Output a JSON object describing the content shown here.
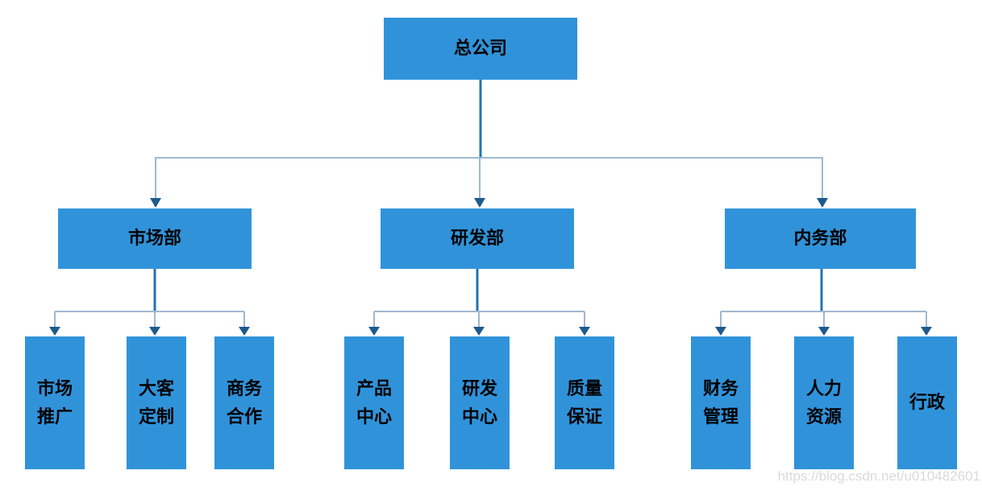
{
  "nodes": {
    "root": {
      "label": "总公司"
    },
    "departments": [
      {
        "label": "市场部",
        "children": [
          {
            "lines": [
              "市场",
              "推广"
            ]
          },
          {
            "lines": [
              "大客",
              "定制"
            ]
          },
          {
            "lines": [
              "商务",
              "合作"
            ]
          }
        ]
      },
      {
        "label": "研发部",
        "children": [
          {
            "lines": [
              "产品",
              "中心"
            ]
          },
          {
            "lines": [
              "研发",
              "中心"
            ]
          },
          {
            "lines": [
              "质量",
              "保证"
            ]
          }
        ]
      },
      {
        "label": "内务部",
        "children": [
          {
            "lines": [
              "财务",
              "管理"
            ]
          },
          {
            "lines": [
              "人力",
              "资源"
            ]
          },
          {
            "lines": [
              "行政"
            ]
          }
        ]
      }
    ]
  },
  "watermark": {
    "text": "https://blog.csdn.net/u010482601"
  },
  "colors": {
    "node_fill": "#3093DA",
    "trunk": "#2273B2",
    "branch": "#9FB8CF",
    "arrow": "#1E5A8C",
    "text": "#000000",
    "watermark": "#D6D6D6"
  }
}
